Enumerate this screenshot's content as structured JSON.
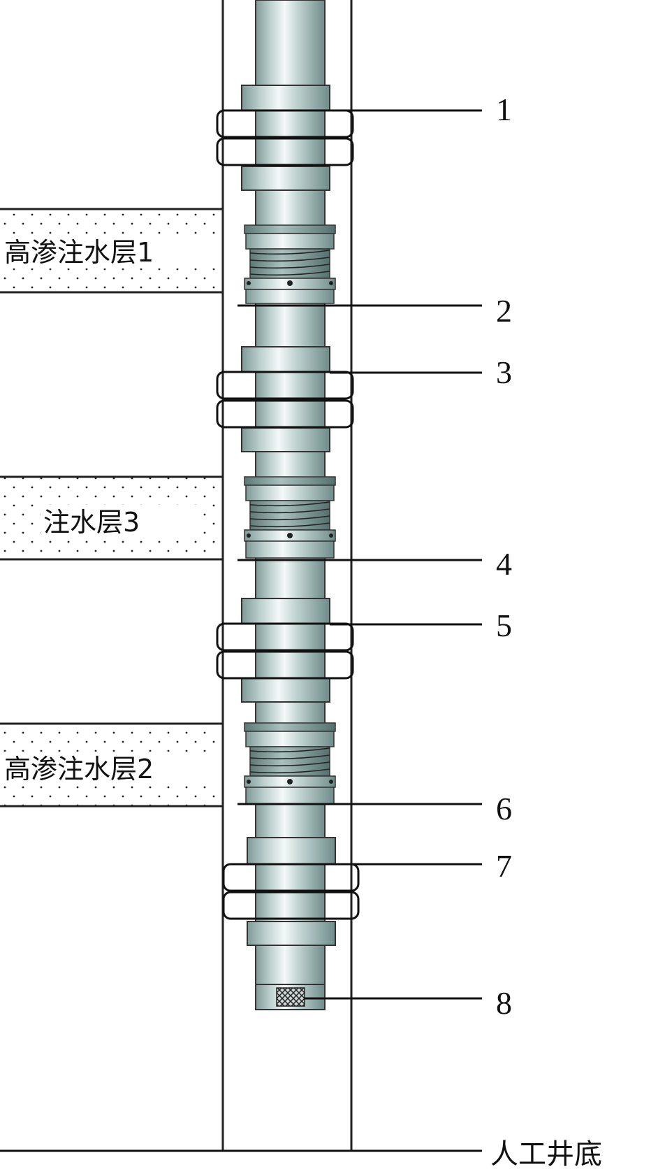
{
  "layers": [
    {
      "label": "高渗注水层1"
    },
    {
      "label": "注水层3"
    },
    {
      "label": "高渗注水层2"
    }
  ],
  "callouts": [
    "1",
    "2",
    "3",
    "4",
    "5",
    "6",
    "7",
    "8"
  ],
  "bottom_label": "人工井底"
}
